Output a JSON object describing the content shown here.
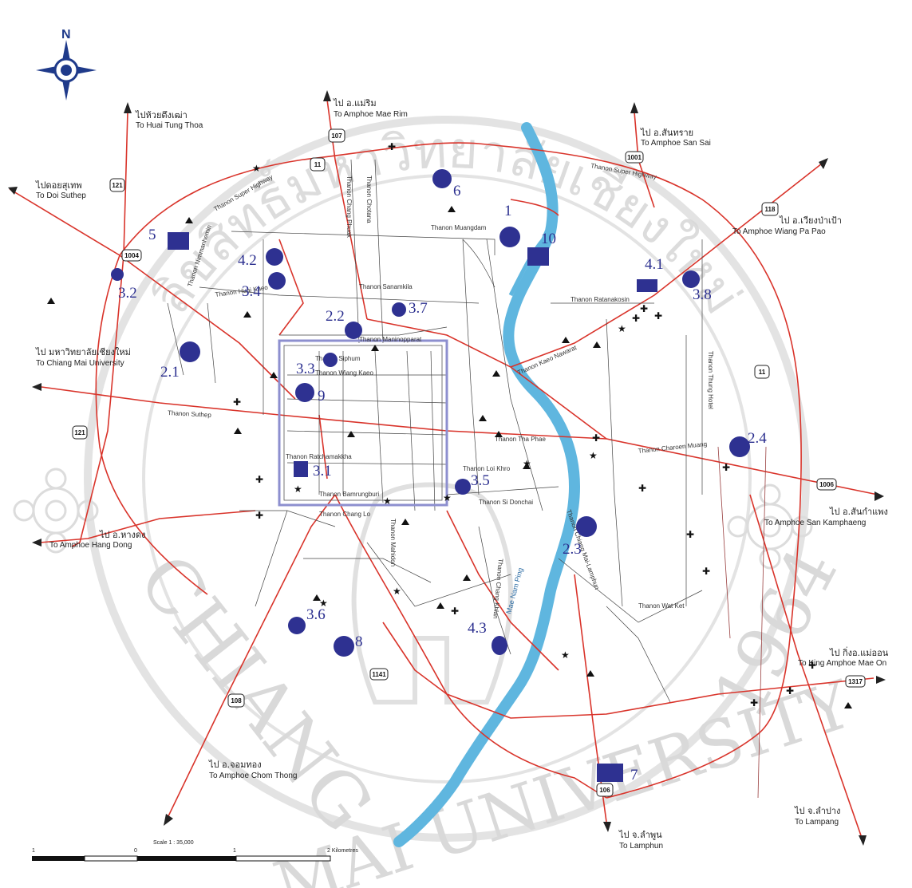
{
  "compass": {
    "north_label": "N"
  },
  "scale": {
    "label": "Scale 1 : 35,000",
    "ticks": [
      "1",
      "0",
      "1",
      "2 Kilometres"
    ]
  },
  "watermark": {
    "thai_arc": "ลิขสิทธิ์มหาวิทยาลัยเชียงใหม่",
    "text_left": "CHIANG",
    "text_bottom": "MAI UNIVERSITY",
    "year": "1964"
  },
  "destinations": [
    {
      "id": "huai-tung-thao",
      "th": "ไปห้วยตึงเฒ่า",
      "en": "To Huai Tung Thoa"
    },
    {
      "id": "mae-rim",
      "th": "ไป อ.แม่ริม",
      "en": "To Amphoe Mae Rim"
    },
    {
      "id": "san-sai",
      "th": "ไป อ.สันทราย",
      "en": "To Amphoe San Sai"
    },
    {
      "id": "doi-suthep",
      "th": "ไปดอยสุเทพ",
      "en": "To Doi Suthep"
    },
    {
      "id": "wiang-pa-pao",
      "th": "ไป อ.เวียงป่าเป้า",
      "en": "To Amphoe Wiang Pa Pao"
    },
    {
      "id": "cmu",
      "th": "ไป มหาวิทยาลัยเชียงใหม่",
      "en": "To Chiang Mai University"
    },
    {
      "id": "san-kamphaeng",
      "th": "ไป อ.สันกำแพง",
      "en": "To Amphoe San Kamphaeng"
    },
    {
      "id": "hang-dong",
      "th": "ไป อ.หางดง",
      "en": "To Amphoe Hang Dong"
    },
    {
      "id": "mae-on",
      "th": "ไป กิ่งอ.แม่ออน",
      "en": "To King Amphoe Mae On"
    },
    {
      "id": "chom-thong",
      "th": "ไป อ.จอมทอง",
      "en": "To Amphoe Chom Thong"
    },
    {
      "id": "lampang",
      "th": "ไป จ.ลำปาง",
      "en": "To Lampang"
    },
    {
      "id": "lamphun",
      "th": "ไป จ.ลำพูน",
      "en": "To Lamphun"
    }
  ],
  "highway_shields": [
    "107",
    "11",
    "1001",
    "121",
    "1004",
    "118",
    "11",
    "1006",
    "121",
    "1141",
    "108",
    "106",
    "1317"
  ],
  "markers": [
    {
      "label": "1",
      "shape": "circle"
    },
    {
      "label": "10",
      "shape": "square"
    },
    {
      "label": "6",
      "shape": "circle"
    },
    {
      "label": "5",
      "shape": "square"
    },
    {
      "label": "4.2",
      "shape": "circle"
    },
    {
      "label": "3.4",
      "shape": "circle"
    },
    {
      "label": "3.2",
      "shape": "circle"
    },
    {
      "label": "4.1",
      "shape": "square"
    },
    {
      "label": "3.8",
      "shape": "circle"
    },
    {
      "label": "3.7",
      "shape": "circle"
    },
    {
      "label": "2.2",
      "shape": "circle"
    },
    {
      "label": "2.1",
      "shape": "circle"
    },
    {
      "label": "3.3",
      "shape": "circle"
    },
    {
      "label": "9",
      "shape": "circle"
    },
    {
      "label": "3.1",
      "shape": "square"
    },
    {
      "label": "3.5",
      "shape": "circle"
    },
    {
      "label": "2.4",
      "shape": "circle"
    },
    {
      "label": "2.3",
      "shape": "circle"
    },
    {
      "label": "3.6",
      "shape": "circle"
    },
    {
      "label": "8",
      "shape": "circle"
    },
    {
      "label": "4.3",
      "shape": "circle"
    },
    {
      "label": "7",
      "shape": "square"
    }
  ],
  "roads": [
    "Thanon Super Highway",
    "Thanon Super Highway",
    "Thanon Muangdam",
    "Thanon Huai Kaeo",
    "Thanon Sanamkila",
    "Thanon Maninopparat",
    "Thanon Siphum",
    "Thanon Wiang Kaeo",
    "Thanon Suthep",
    "Thanon Ratchamakkha",
    "Thanon Bamrungburi",
    "Thanon Chang Lo",
    "Thanon Tha Phae",
    "Thanon Loi Khro",
    "Thanon Si Donchai",
    "Thanon Charoen Muang",
    "Thanon Nimmanhemin",
    "Thanon Chotana",
    "Thanon Chang Phuak",
    "Thanon Chang Khlan",
    "Thanon Kaeo Nawarat",
    "Thanon Ratanakosin",
    "Thanon Mahidon",
    "Thanon Wat Ket",
    "Mae Nam Ping",
    "Thanon Chiang Mai-Lamphun",
    "Thanon Thung Hotel"
  ],
  "colors": {
    "highway": "#d9342b",
    "river": "#5fb6df",
    "marker": "#2e3191",
    "old_city_moat": "#8d8fcf",
    "watermark": "#d9d9d9"
  },
  "legend_symbols": [
    "temple-triangle-icon",
    "monument-star-icon",
    "church-cross-icon"
  ]
}
